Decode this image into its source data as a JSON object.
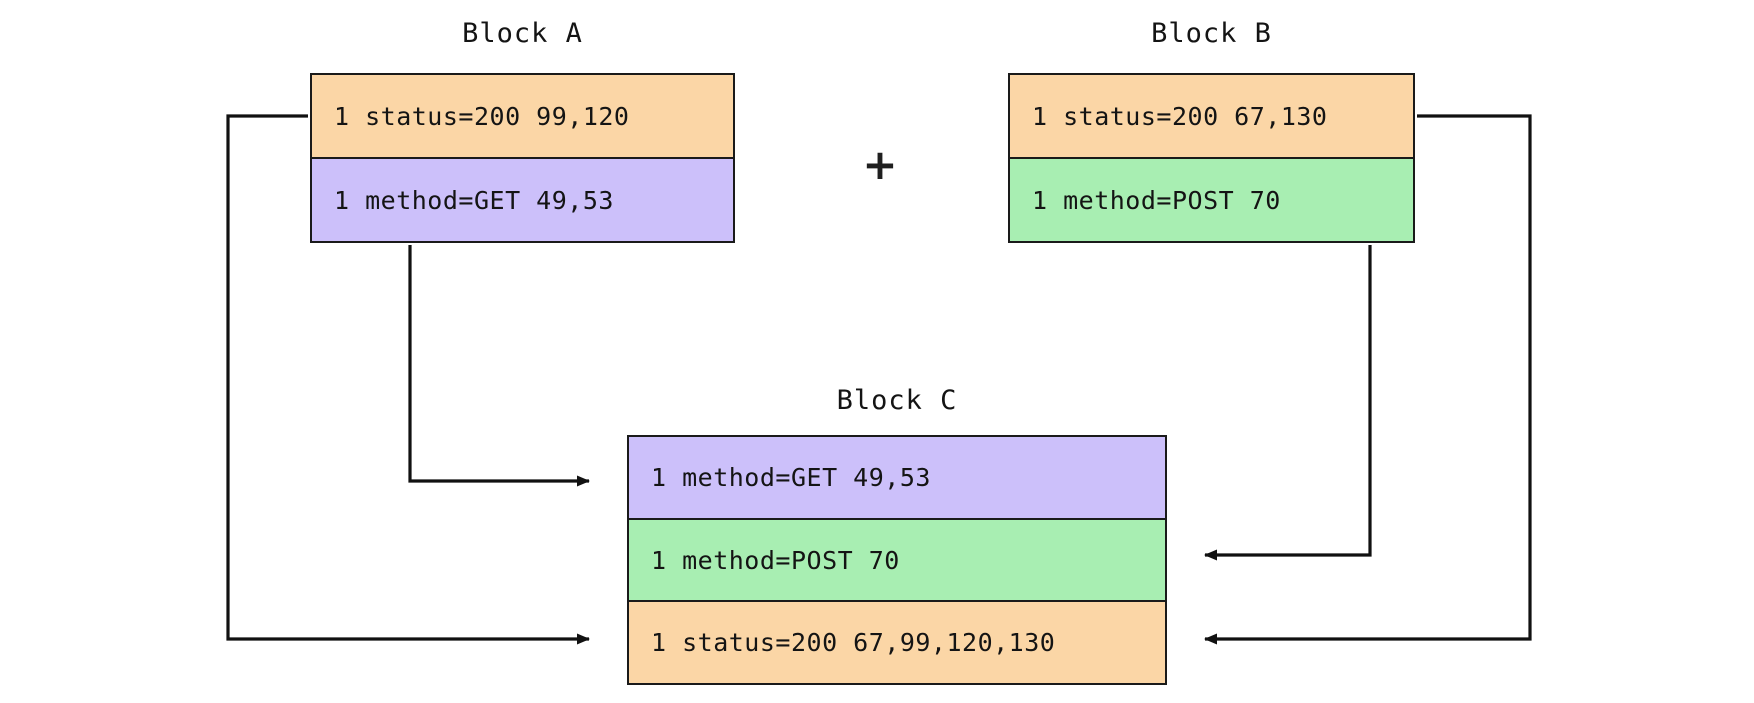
{
  "diagram": {
    "title_a": "Block A",
    "title_b": "Block B",
    "title_c": "Block C",
    "operator": "+",
    "colors": {
      "orange": "#FBD6A6",
      "purple": "#CCC0FA",
      "green": "#A8EEB2",
      "stroke": "#1A1A1A",
      "background": "#FFFFFF"
    },
    "blocks": [
      {
        "name": "Block A",
        "rows": [
          {
            "color": "orange",
            "text": "1 status=200 99,120",
            "count": "1",
            "field": "status=200",
            "positions": "99,120"
          },
          {
            "color": "purple",
            "text": "1 method=GET 49,53",
            "count": "1",
            "field": "method=GET",
            "positions": "49,53"
          }
        ]
      },
      {
        "name": "Block B",
        "rows": [
          {
            "color": "orange",
            "text": "1 status=200 67,130",
            "count": "1",
            "field": "status=200",
            "positions": "67,130"
          },
          {
            "color": "green",
            "text": "1 method=POST 70",
            "count": "1",
            "field": "method=POST",
            "positions": "70"
          }
        ]
      },
      {
        "name": "Block C",
        "rows": [
          {
            "color": "purple",
            "text": "1 method=GET 49,53",
            "count": "1",
            "field": "method=GET",
            "positions": "49,53"
          },
          {
            "color": "green",
            "text": "1 method=POST 70",
            "count": "1",
            "field": "method=POST",
            "positions": "70"
          },
          {
            "color": "orange",
            "text": "1 status=200 67,99,120,130",
            "count": "1",
            "field": "status=200",
            "positions": "67,99,120,130"
          }
        ]
      }
    ],
    "edges": [
      {
        "from": "Block A / method=GET 49,53",
        "to": "Block C / method=GET 49,53"
      },
      {
        "from": "Block A / status=200 99,120",
        "to": "Block C / status=200 67,99,120,130"
      },
      {
        "from": "Block B / method=POST 70",
        "to": "Block C / method=POST 70"
      },
      {
        "from": "Block B / status=200 67,130",
        "to": "Block C / status=200 67,99,120,130"
      }
    ]
  }
}
